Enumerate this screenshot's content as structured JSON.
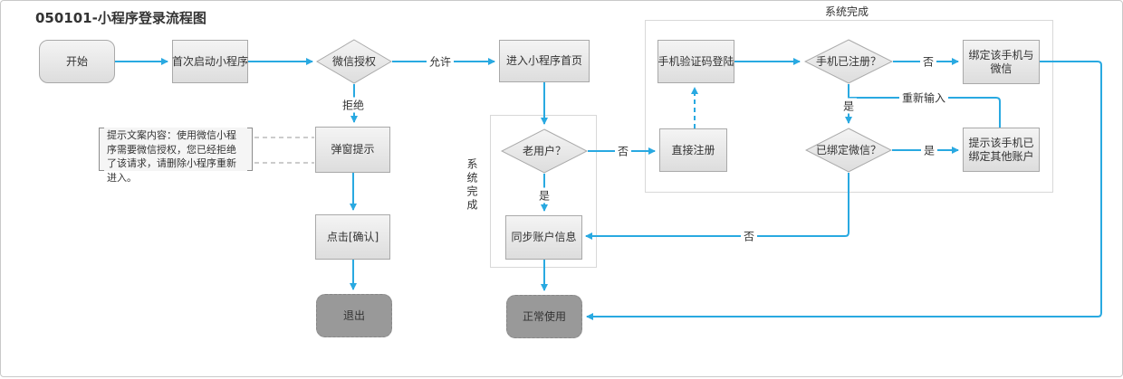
{
  "title": "050101-小程序登录流程图",
  "nodes": {
    "start": "开始",
    "first_launch": "首次启动小程序",
    "wechat_auth": "微信授权",
    "enter_home": "进入小程序首页",
    "popup": "弹窗提示",
    "click_confirm": "点击[确认]",
    "exit": "退出",
    "old_user": "老用户？",
    "sync_info": "同步账户信息",
    "normal_use": "正常使用",
    "phone_login": "手机验证码登陆",
    "registered": "手机已注册？",
    "bind_phone": "绑定该手机与微信",
    "direct_reg": "直接注册",
    "bound_wechat": "已绑定微信？",
    "prompt_bound": "提示该手机已绑定其他账户"
  },
  "edge_labels": {
    "allow": "允许",
    "reject": "拒绝",
    "old_user_no": "否",
    "old_user_yes": "是",
    "registered_no": "否",
    "registered_yes": "是",
    "bound_wechat_yes": "是",
    "bound_wechat_no": "否",
    "reenter": "重新输入"
  },
  "containers": {
    "mid": "系统完成",
    "top_right": "系统完成"
  },
  "note": {
    "text": "提示文案内容：使用微信小程序需要微信授权，您已经拒绝了该请求，请删除小程序重新进入。"
  },
  "colors": {
    "accent_arrow": "#29a9e1",
    "node_border": "#a9a9a9",
    "node_fill_top": "#f4f4f4",
    "node_fill_bottom": "#dddddd",
    "dark_node_fill": "#999999",
    "container_border": "#d8d8d8",
    "text": "#333333"
  }
}
